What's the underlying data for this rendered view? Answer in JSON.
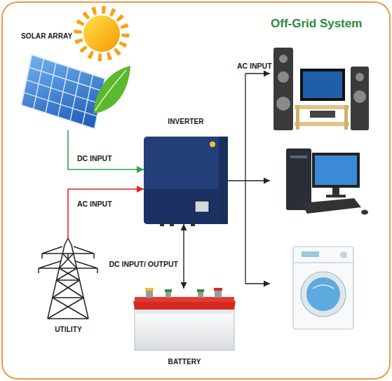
{
  "diagram": {
    "title": "Off-Grid System",
    "nodes": [
      {
        "text": [
          "SOLAR ARRAY"
        ]
      },
      {
        "text": [
          "INVERTER"
        ]
      },
      {
        "text": [
          "UTILITY"
        ]
      },
      {
        "text": [
          "BATTERY"
        ]
      }
    ],
    "edges": [
      {
        "from": 0,
        "to": 1,
        "label": "DC INPUT",
        "arrow": "to"
      },
      {
        "from": 2,
        "to": 1,
        "label": "AC INPUT",
        "arrow": "to"
      },
      {
        "from": 3,
        "to": 1,
        "label": "DC INPUT/ OUTPUT",
        "arrow": "both"
      }
    ],
    "labels": [
      "AC INPUT"
    ]
  }
}
